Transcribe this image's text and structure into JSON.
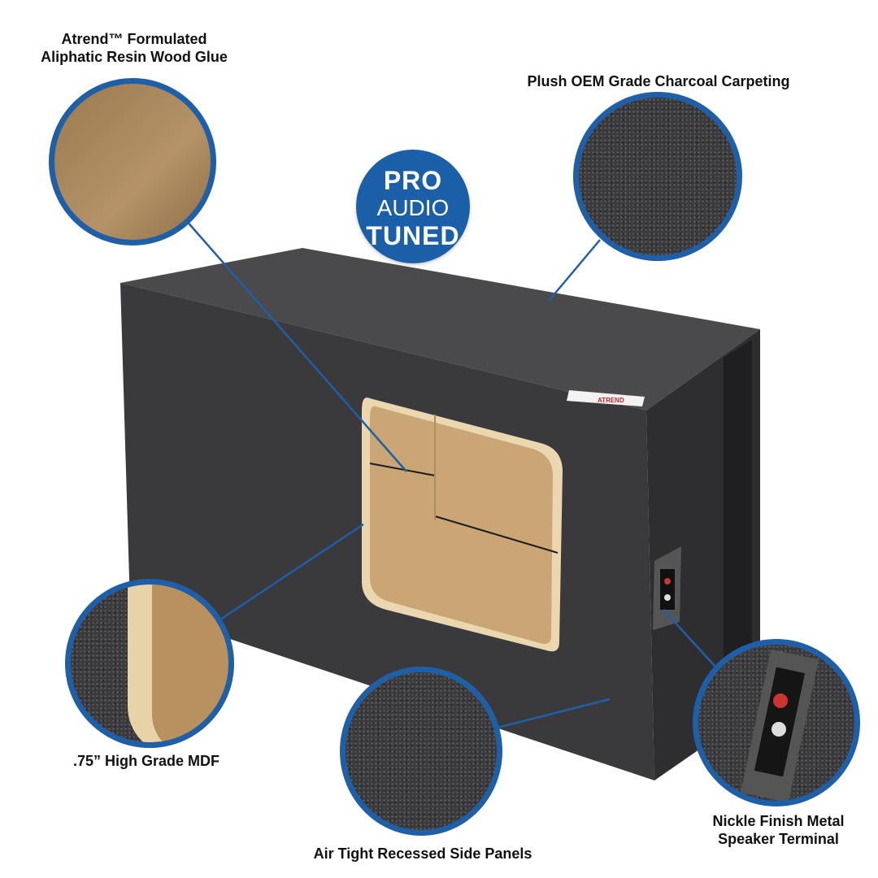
{
  "badge": {
    "line1": "PRO",
    "line2": "AUDIO",
    "line3": "TUNED",
    "color": "#1b5fa9"
  },
  "callouts": [
    {
      "id": "wood-glue",
      "line1": "Atrend™ Formulated",
      "line2": "Aliphatic Resin Wood Glue"
    },
    {
      "id": "carpeting",
      "line1": "Plush OEM Grade Charcoal Carpeting"
    },
    {
      "id": "mdf",
      "line1": ".75” High Grade MDF"
    },
    {
      "id": "side-panels",
      "line1": "Air Tight Recessed Side Panels"
    },
    {
      "id": "terminal",
      "line1": "Nickle Finish Metal",
      "line2": "Speaker Terminal"
    }
  ],
  "product": {
    "brand_tag": "ATREND",
    "carpet_color": "#3b3b3e",
    "mdf_color": "#d9b98a",
    "accent": "#1f5fa8"
  }
}
